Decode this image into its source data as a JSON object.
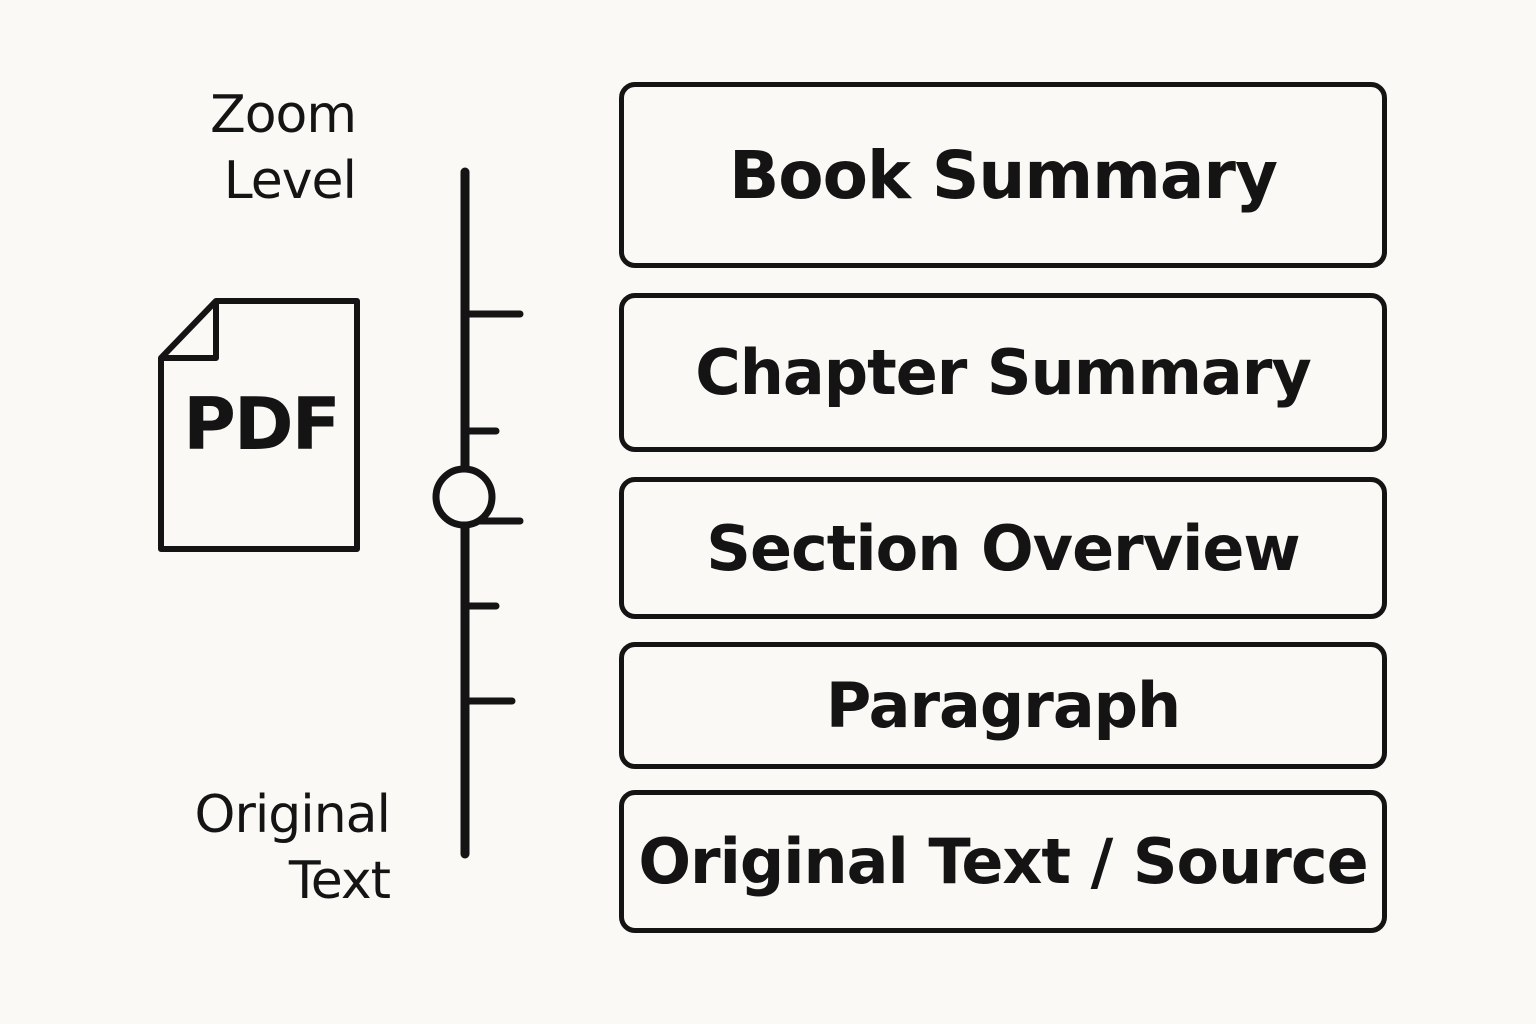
{
  "axis": {
    "top_label": [
      "Zoom",
      "Level"
    ],
    "bottom_label": [
      "Original",
      "Text"
    ]
  },
  "document_icon": {
    "icon": "pdf-file-icon",
    "label": "PDF"
  },
  "slider": {
    "tick_count": 5,
    "selected_level": "Section Overview"
  },
  "levels": [
    {
      "label": "Book Summary"
    },
    {
      "label": "Chapter Summary"
    },
    {
      "label": "Section Overview"
    },
    {
      "label": "Paragraph"
    },
    {
      "label": "Original Text / Source"
    }
  ]
}
